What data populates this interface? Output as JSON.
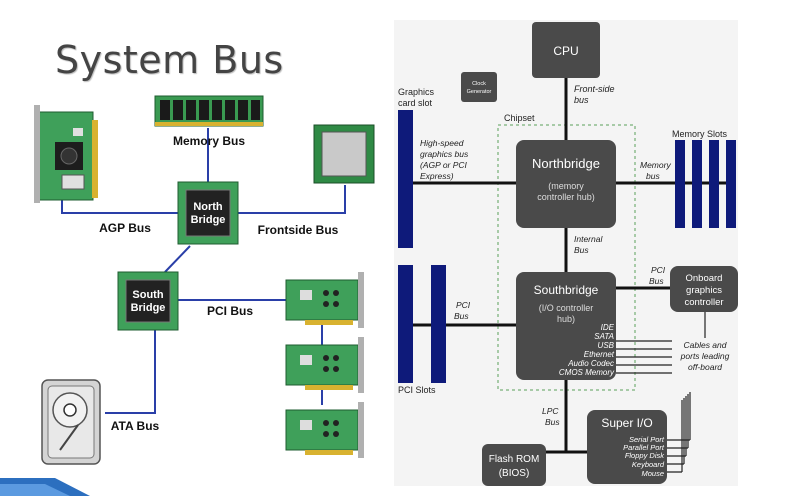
{
  "title": "System Bus",
  "left_diagram": {
    "memory_bus": "Memory Bus",
    "agp_bus": "AGP Bus",
    "frontside_bus": "Frontside Bus",
    "north_bridge_1": "North",
    "north_bridge_2": "Bridge",
    "south_bridge_1": "South",
    "south_bridge_2": "Bridge",
    "pci_bus": "PCI Bus",
    "ata_bus": "ATA Bus"
  },
  "right_diagram": {
    "cpu": "CPU",
    "clock_1": "Clock",
    "clock_2": "Generator",
    "fsb_1": "Front-side",
    "fsb_2": "bus",
    "graphics_slot_1": "Graphics",
    "graphics_slot_2": "card slot",
    "chipset": "Chipset",
    "hs_1": "High-speed",
    "hs_2": "graphics bus",
    "hs_3": "(AGP or PCI",
    "hs_4": "Express)",
    "northbridge": "Northbridge",
    "nb_sub_1": "(memory",
    "nb_sub_2": "controller hub)",
    "memory_slots": "Memory Slots",
    "membus_1": "Memory",
    "membus_2": "bus",
    "internal_1": "Internal",
    "internal_2": "Bus",
    "southbridge": "Southbridge",
    "sb_sub_1": "(I/O controller",
    "sb_sub_2": "hub)",
    "pci_bus_1": "PCI",
    "pci_bus_2": "Bus",
    "pci_bus_r1": "PCI",
    "pci_bus_r2": "Bus",
    "onboard_1": "Onboard",
    "onboard_2": "graphics",
    "onboard_3": "controller",
    "sb_ports": [
      "IDE",
      "SATA",
      "USB",
      "Ethernet",
      "Audio Codec",
      "CMOS Memory"
    ],
    "cables_1": "Cables and",
    "cables_2": "ports leading",
    "cables_3": "off-board",
    "pci_slots": "PCI Slots",
    "lpc_1": "LPC",
    "lpc_2": "Bus",
    "superio": "Super I/O",
    "sio_ports": [
      "Serial Port",
      "Parallel Port",
      "Floppy Disk",
      "Keyboard",
      "Mouse"
    ],
    "flash_1": "Flash ROM",
    "flash_2": "(BIOS)"
  }
}
